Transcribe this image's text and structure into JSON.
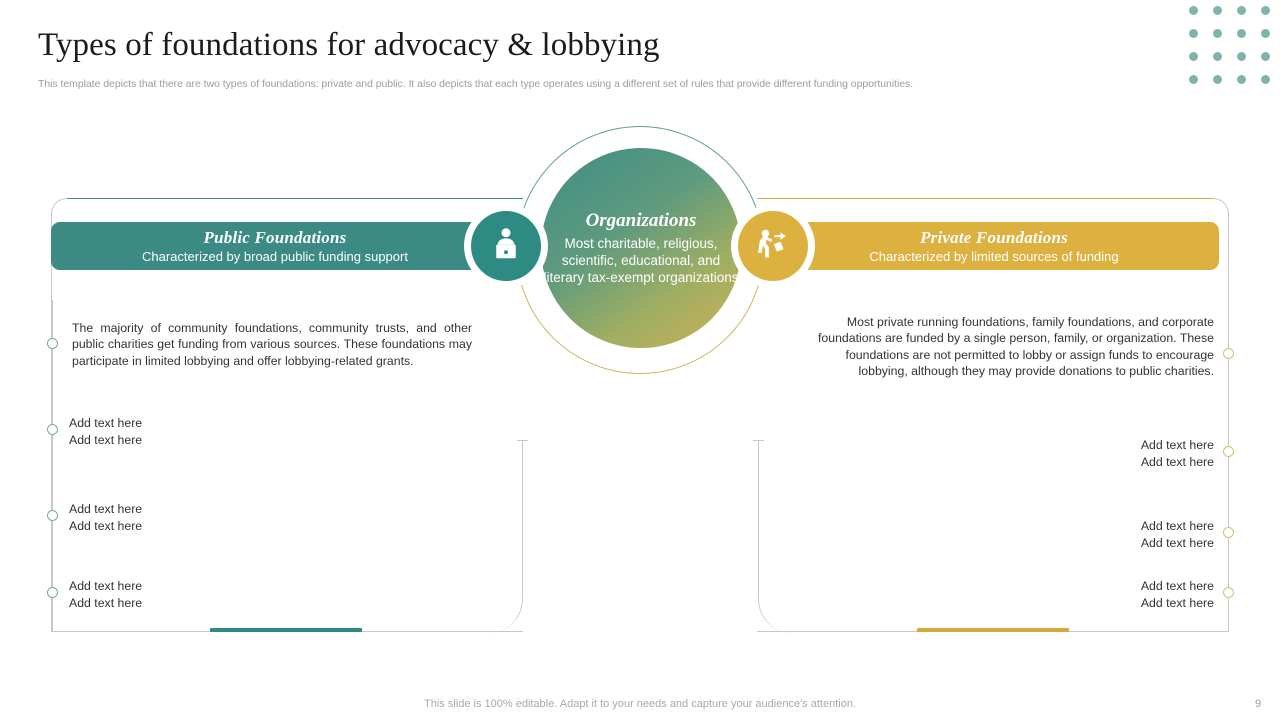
{
  "header": {
    "title": "Types of foundations for advocacy & lobbying",
    "subtitle": "This template depicts that there are two types of foundations: private and public. It also depicts that each type  operates using a different set of rules that provide different funding opportunities."
  },
  "center": {
    "title": "Organizations",
    "body": "Most charitable, religious, scientific, educational, and literary tax-exempt organizations"
  },
  "public": {
    "banner_title": "Public Foundations",
    "banner_subtitle": "Characterized by broad public funding support",
    "icon": "podium-speaker-icon",
    "body": "The majority of community foundations, community trusts, and other public charities get funding from various sources. These foundations may participate in limited lobbying and offer  lobbying-related  grants.",
    "notes": [
      {
        "line1": "Add text here",
        "line2": "Add text here"
      },
      {
        "line1": "Add text here",
        "line2": "Add text here"
      },
      {
        "line1": "Add text here",
        "line2": "Add text here"
      }
    ]
  },
  "private": {
    "banner_title": "Private Foundations",
    "banner_subtitle": "Characterized by limited sources of funding",
    "icon": "person-pushing-box-icon",
    "body": "Most private  running foundations, family foundations,  and corporate foundations are funded by a single person, family, or organization. These foundations are not permitted to lobby or assign funds to encourage lobbying, although they may provide donations to public charities.",
    "notes": [
      {
        "line1": "Add text here",
        "line2": "Add text here"
      },
      {
        "line1": "Add text here",
        "line2": "Add text here"
      },
      {
        "line1": "Add text here",
        "line2": "Add text here"
      }
    ]
  },
  "footer": {
    "note": "This slide is 100% editable. Adapt it to your needs and capture your audience's attention.",
    "page_number": "9"
  },
  "colors": {
    "teal": "#2e8b83",
    "gold": "#ddb13f",
    "dot_grid": "#7fb3ac",
    "frame_line": "#c8c8c8",
    "body_text": "#333333",
    "muted_text": "#a9a9a9"
  }
}
